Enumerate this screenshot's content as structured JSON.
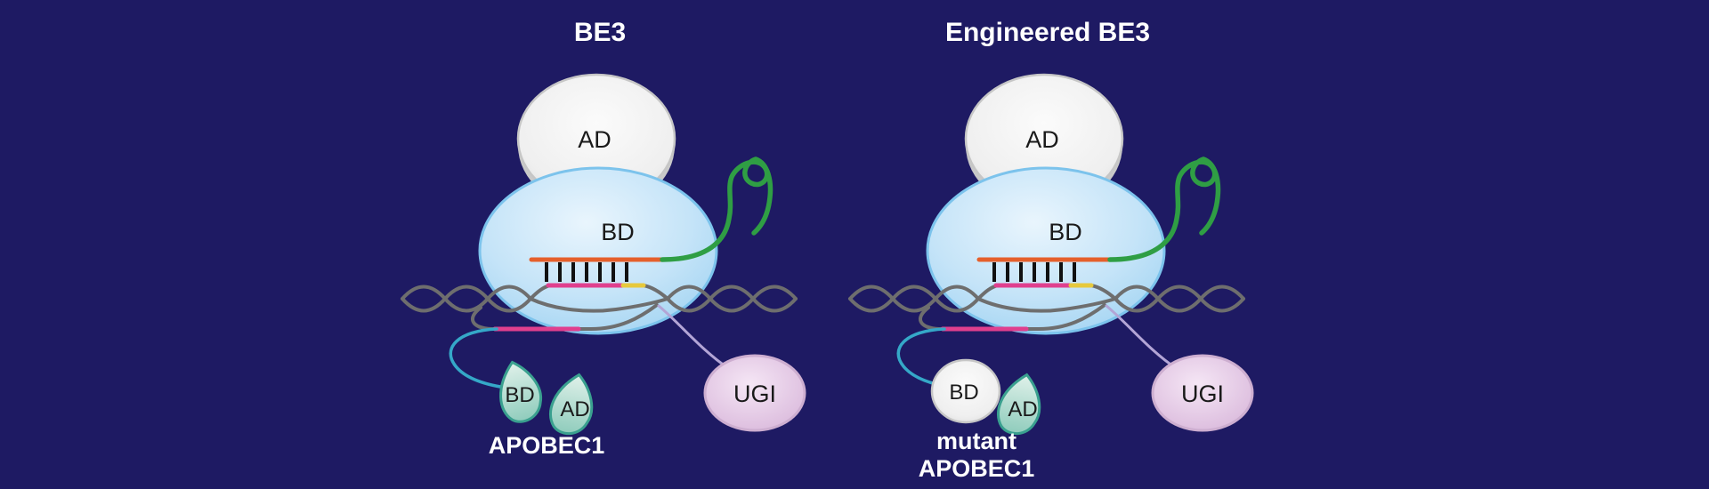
{
  "figure": {
    "panels": [
      {
        "title": "BE3",
        "cas9": {
          "ad_label": "AD",
          "bd_label": "BD"
        },
        "apobec": {
          "bd_label": "BD",
          "ad_label": "AD"
        },
        "ugi_label": "UGI",
        "caption_lines": [
          "APOBEC1"
        ]
      },
      {
        "title": "Engineered BE3",
        "cas9": {
          "ad_label": "AD",
          "bd_label": "BD"
        },
        "apobec": {
          "bd_label": "BD",
          "ad_label": "AD"
        },
        "ugi_label": "UGI",
        "caption_lines": [
          "mutant",
          "APOBEC1"
        ]
      }
    ],
    "colors": {
      "background": "#1e1a63",
      "cas9_body_fill": "#b9ddf5",
      "cas9_outline": "#7cc3ec",
      "ad_domain_fill": "#ededed",
      "sgrna_green": "#2f9e44",
      "spacer_orange": "#e55f2b",
      "target_pink": "#e03f8e",
      "pam_yellow": "#e7c93c",
      "dna_gray": "#6e6e6e",
      "tick_black": "#111111",
      "apobec_leaf_fill": "#a9d8ca",
      "apobec_outline": "#3aa08f",
      "linker_cyan": "#35a8c8",
      "linker_lavender": "#b3a5d6",
      "ugi_fill": "#e7cfe7",
      "ugi_outline": "#cdaed0",
      "text_dark": "#1a1a1a",
      "text_light": "#ffffff"
    }
  }
}
